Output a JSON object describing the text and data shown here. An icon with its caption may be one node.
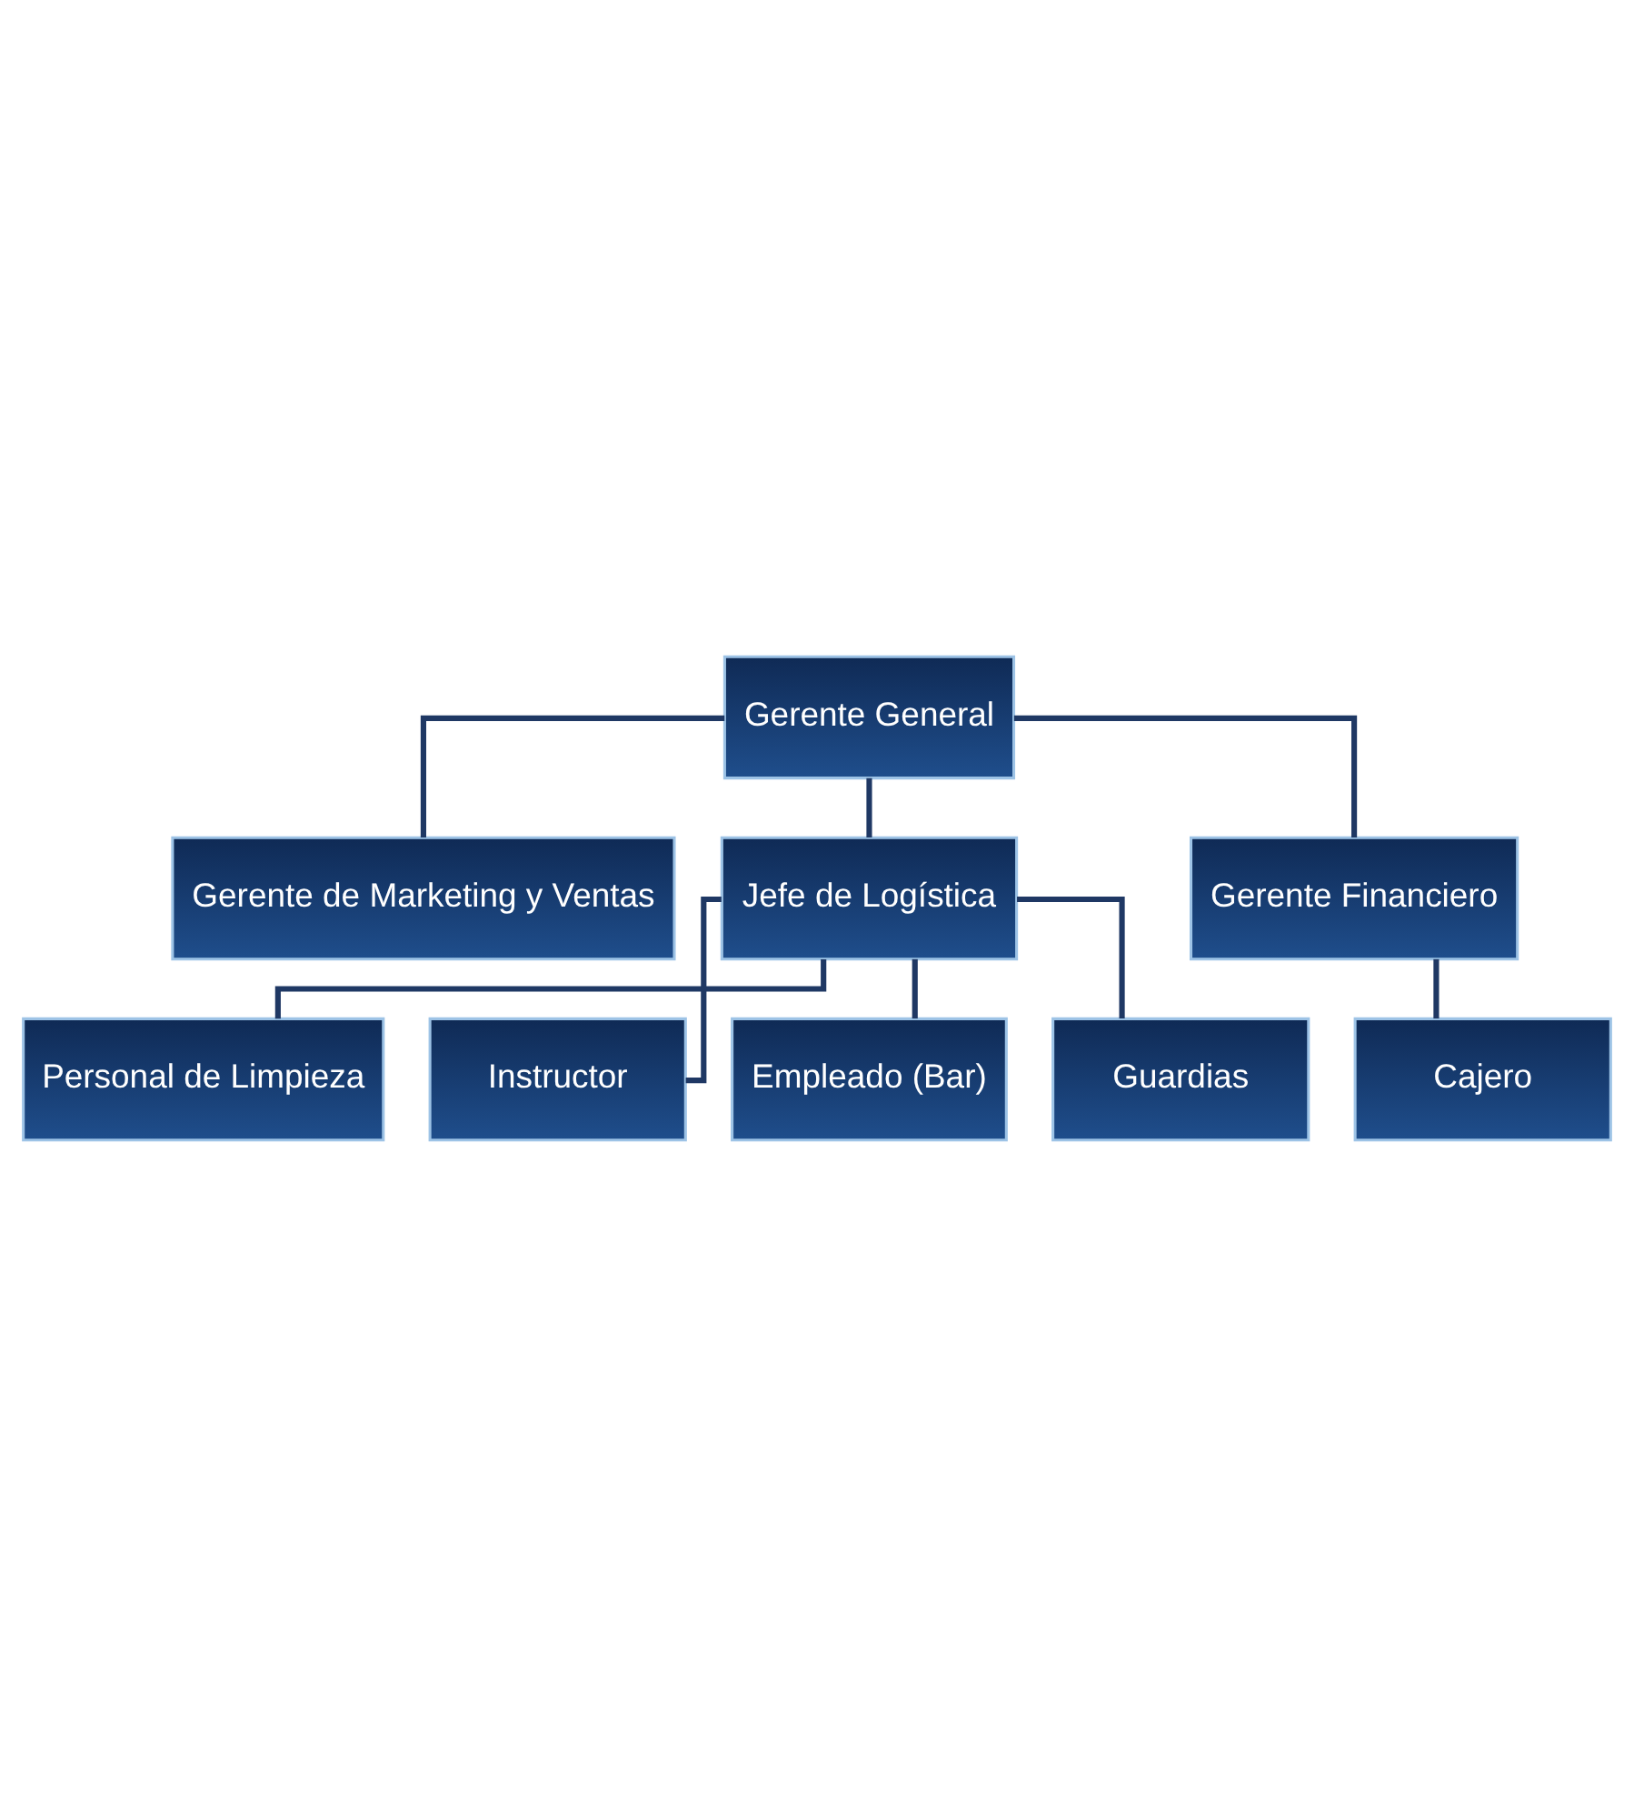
{
  "diagram": {
    "nodes": [
      {
        "text": [
          "Gerente General"
        ]
      },
      {
        "text": [
          "Gerente de Marketing y Ventas"
        ]
      },
      {
        "text": [
          "Jefe de Logística"
        ]
      },
      {
        "text": [
          "Gerente Financiero"
        ]
      },
      {
        "text": [
          "Personal de Limpieza"
        ]
      },
      {
        "text": [
          "Instructor"
        ]
      },
      {
        "text": [
          "Empleado (Bar)"
        ]
      },
      {
        "text": [
          "Guardias"
        ]
      },
      {
        "text": [
          "Cajero"
        ]
      }
    ],
    "edges": [
      {
        "from": 0,
        "to": 1,
        "arrow": "none"
      },
      {
        "from": 0,
        "to": 2,
        "arrow": "none"
      },
      {
        "from": 0,
        "to": 3,
        "arrow": "none"
      },
      {
        "from": 2,
        "to": 4,
        "arrow": "none"
      },
      {
        "from": 2,
        "to": 5,
        "arrow": "none"
      },
      {
        "from": 2,
        "to": 6,
        "arrow": "none"
      },
      {
        "from": 2,
        "to": 7,
        "arrow": "none"
      },
      {
        "from": 3,
        "to": 8,
        "arrow": "none"
      }
    ]
  }
}
